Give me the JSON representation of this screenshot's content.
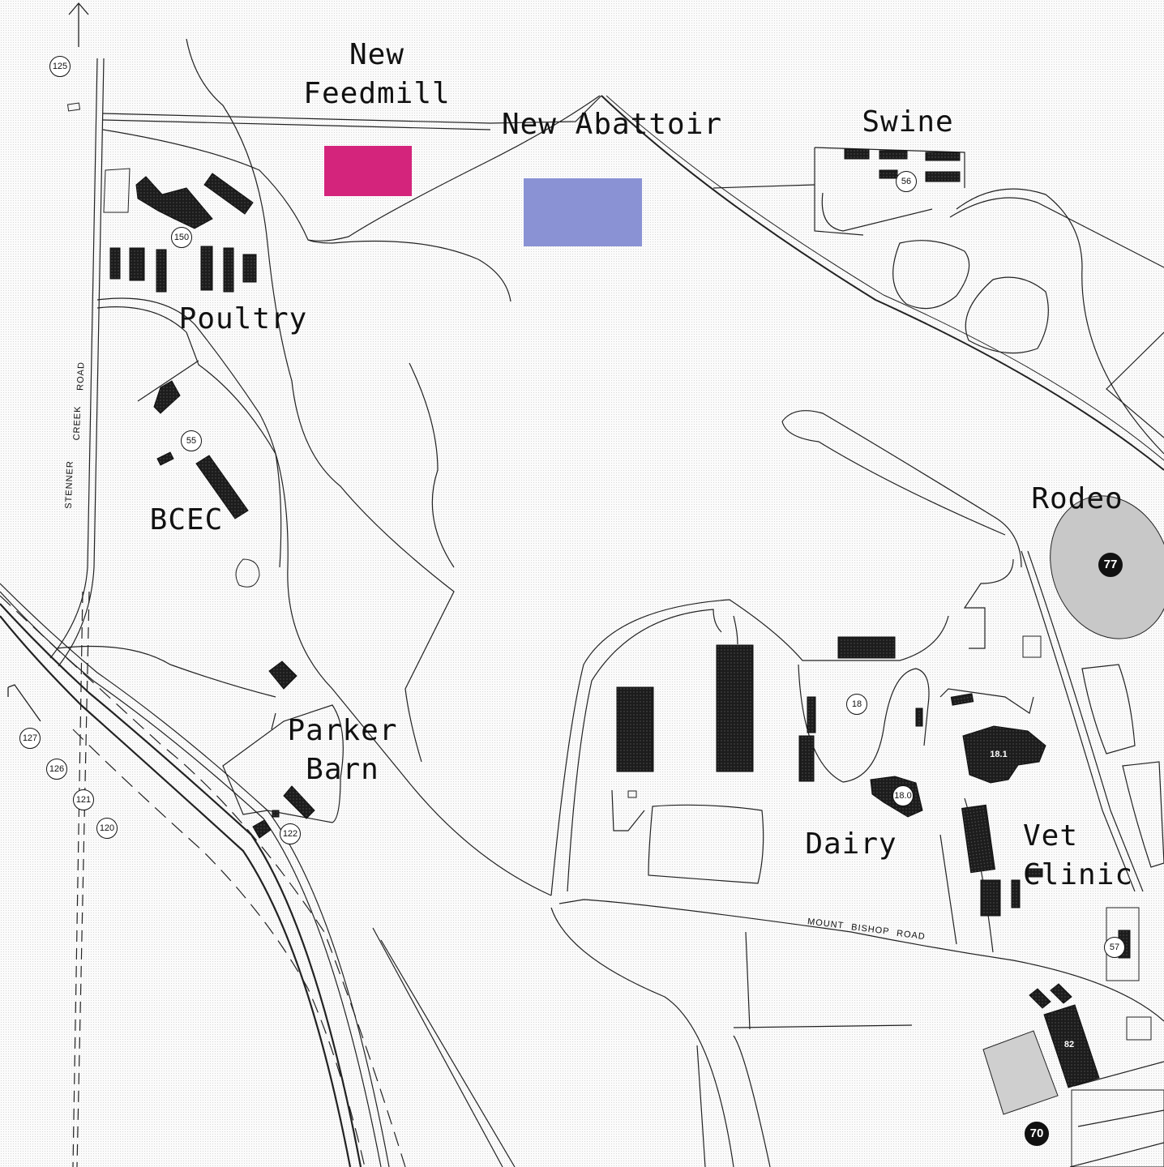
{
  "map": {
    "labels": {
      "new_feedmill": "New\nFeedmill",
      "new_abattoir": "New Abattoir",
      "swine": "Swine",
      "poultry": "Poultry",
      "bcec": "BCEC",
      "rodeo": "Rodeo",
      "parker_barn": "Parker\nBarn",
      "dairy": "Dairy",
      "vet_clinic": "Vet\nClinic"
    },
    "markers": {
      "m125": "125",
      "m150": "150",
      "m56": "56",
      "m55": "55",
      "m77": "77",
      "m18": "18",
      "m18_1": "18.1",
      "m18_0": "18.0",
      "m127": "127",
      "m126": "126",
      "m121": "121",
      "m120": "120",
      "m122": "122",
      "m57": "57",
      "m82": "82",
      "m70": "70"
    },
    "roads": {
      "stenner_1": "STENNER",
      "stenner_2": "CREEK",
      "stenner_3": "ROAD",
      "mount_1": "MOUNT",
      "mount_2": "BISHOP",
      "mount_3": "ROAD"
    },
    "colors": {
      "feedmill_site": "#d4247c",
      "abattoir_site": "#8a92d4",
      "building": "#2a2a2a",
      "rodeo_arena": "#c8c8c8"
    }
  }
}
